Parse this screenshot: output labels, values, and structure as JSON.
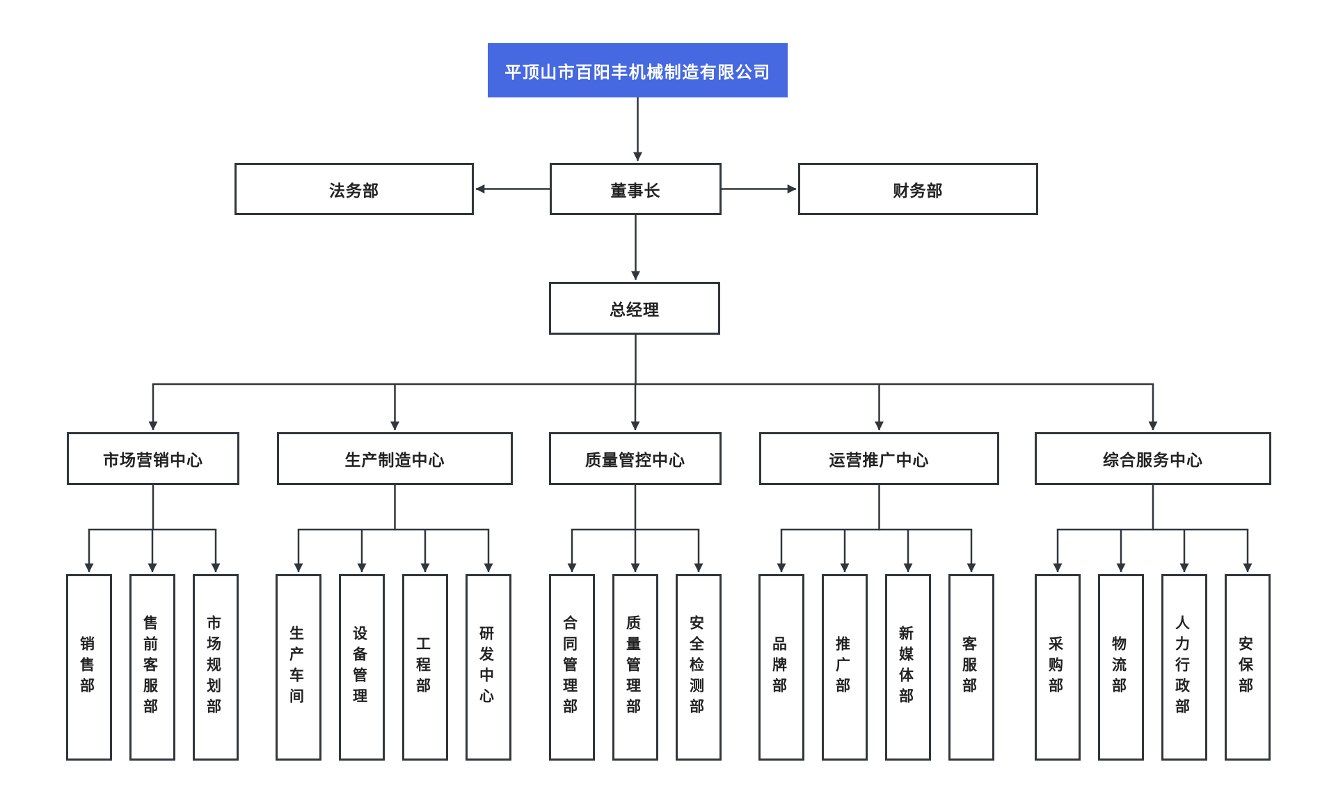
{
  "colors": {
    "line_color": "#30363c",
    "box_border": "#30363c",
    "box_background": "#ffffff",
    "root_background": "#4668e0",
    "root_text": "#ffffff",
    "label_text": "#222222",
    "page_background": "#ffffff"
  },
  "org": {
    "root": {
      "label": "平顶山市百阳丰机械制造有限公司"
    },
    "chairman": {
      "label": "董事长"
    },
    "staff_left": {
      "label": "法务部"
    },
    "staff_right": {
      "label": "财务部"
    },
    "general_manager": {
      "label": "总经理"
    },
    "centers": [
      {
        "label": "市场营销中心",
        "children": [
          {
            "label": "销售部"
          },
          {
            "label": "售前客服部"
          },
          {
            "label": "市场规划部"
          }
        ]
      },
      {
        "label": "生产制造中心",
        "children": [
          {
            "label": "生产车间"
          },
          {
            "label": "设备管理"
          },
          {
            "label": "工程部"
          },
          {
            "label": "研发中心"
          }
        ]
      },
      {
        "label": "质量管控中心",
        "children": [
          {
            "label": "合同管理部"
          },
          {
            "label": "质量管理部"
          },
          {
            "label": "安全检测部"
          }
        ]
      },
      {
        "label": "运营推广中心",
        "children": [
          {
            "label": "品牌部"
          },
          {
            "label": "推广部"
          },
          {
            "label": "新媒体部"
          },
          {
            "label": "客服部"
          }
        ]
      },
      {
        "label": "综合服务中心",
        "children": [
          {
            "label": "采购部"
          },
          {
            "label": "物流部"
          },
          {
            "label": "人力行政部"
          },
          {
            "label": "安保部"
          }
        ]
      }
    ]
  }
}
